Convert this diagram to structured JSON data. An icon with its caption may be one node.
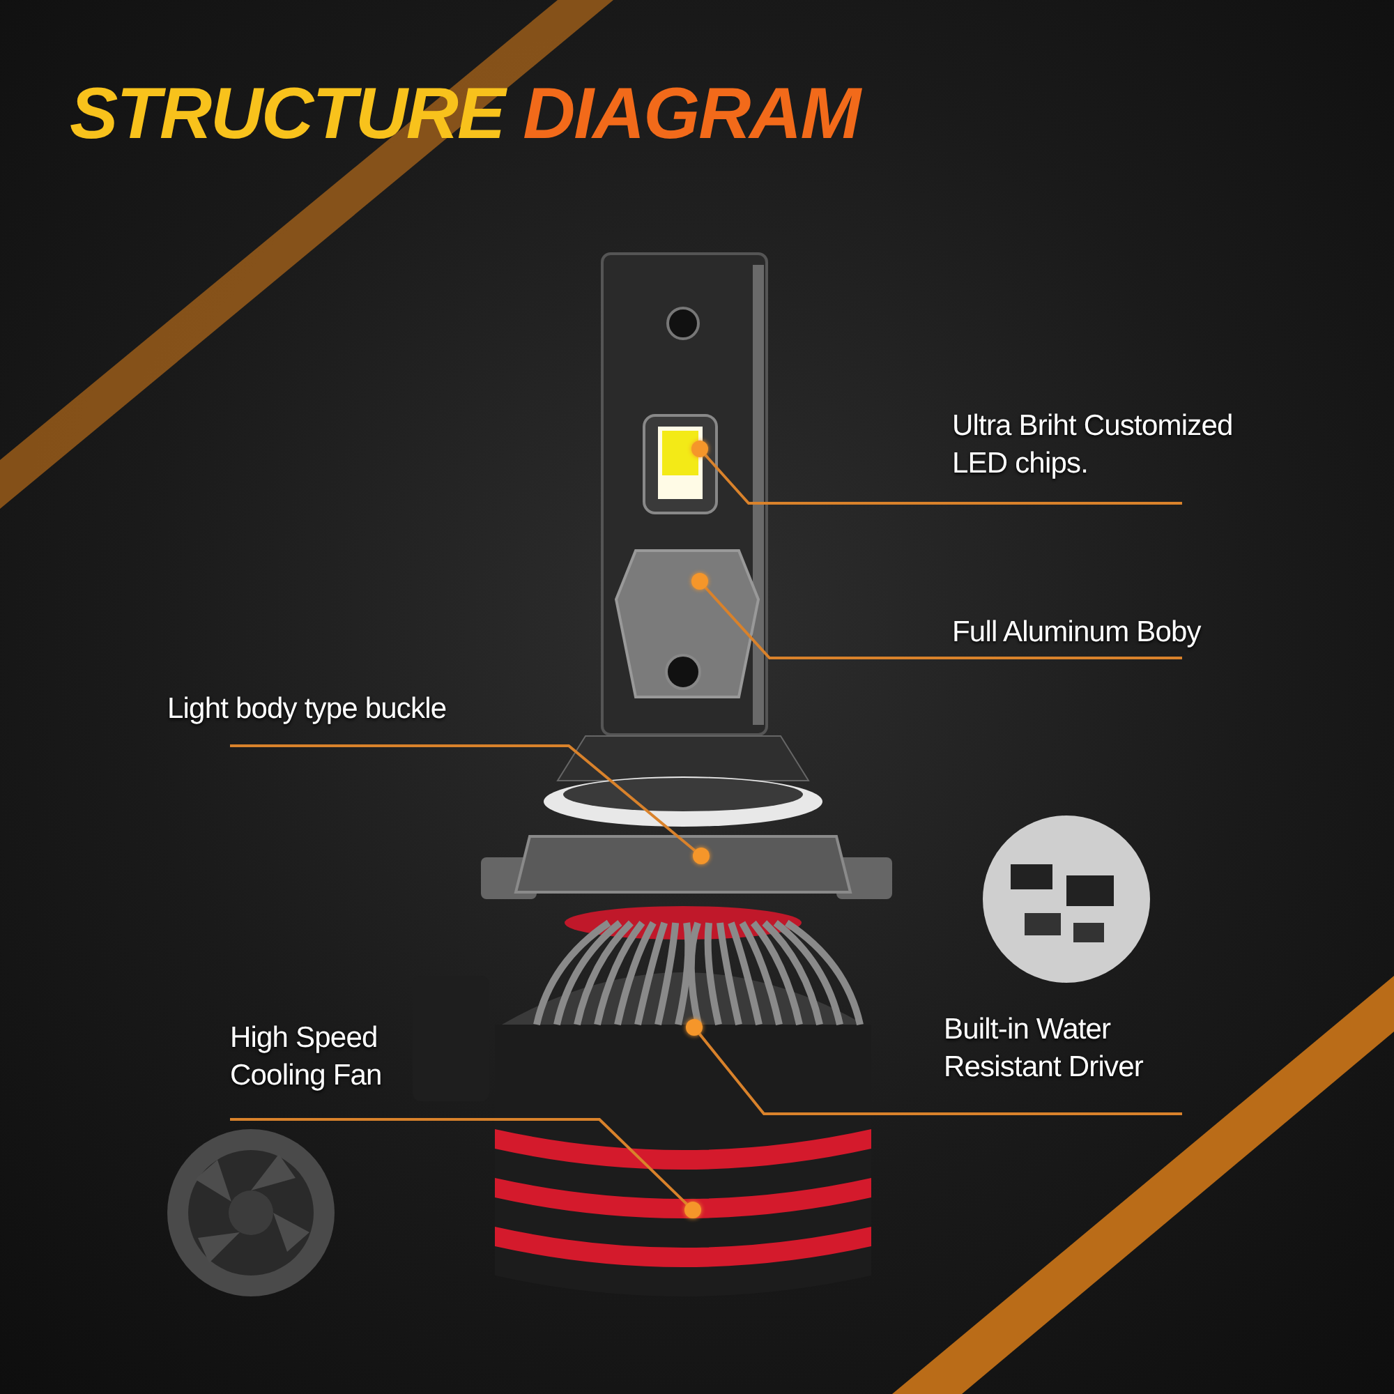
{
  "diagram": {
    "title": "STRUCTURE DIAGRAM",
    "nodes": [
      {
        "text": [
          "Ultra Briht Customized LED chips."
        ]
      },
      {
        "text": [
          "Full Aluminum Boby"
        ]
      },
      {
        "text": [
          "Light body type buckle"
        ]
      },
      {
        "text": [
          "High Speed Cooling Fan"
        ]
      },
      {
        "text": [
          "Built-in Water Resistant Driver"
        ]
      },
      {
        "text": [],
        "shape": "circle"
      },
      {
        "text": [],
        "shape": "circle"
      },
      {
        "text": [],
        "shape": "circle"
      },
      {
        "text": [],
        "shape": "circle"
      },
      {
        "text": [],
        "shape": "circle"
      }
    ],
    "edges": [
      {
        "from": 0,
        "to": 5,
        "arrow": "none"
      },
      {
        "from": 1,
        "to": 6,
        "arrow": "none"
      },
      {
        "from": 2,
        "to": 7,
        "arrow": "none"
      },
      {
        "from": 3,
        "to": 8,
        "arrow": "none"
      },
      {
        "from": 4,
        "to": 9,
        "arrow": "none"
      }
    ]
  }
}
